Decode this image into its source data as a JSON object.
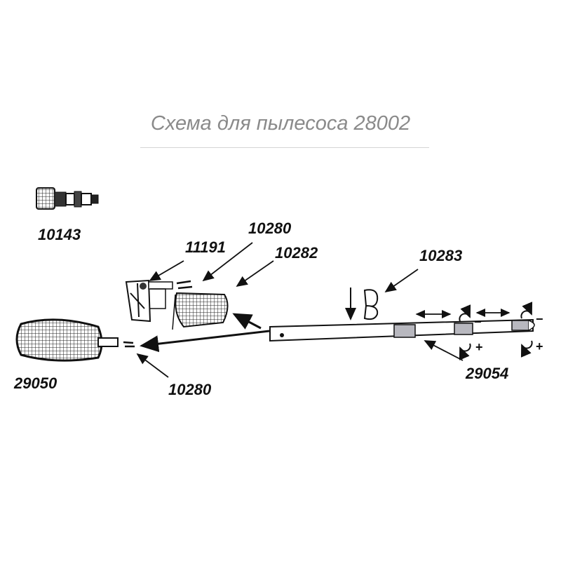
{
  "title": "Схема для пылесоса 28002",
  "parts": {
    "p10143": "10143",
    "p11191": "11191",
    "p10280_top": "10280",
    "p10282": "10282",
    "p10283": "10283",
    "p29050": "29050",
    "p10280_bottom": "10280",
    "p29054": "29054"
  },
  "adjust": {
    "minus1": "−",
    "plus1": "+",
    "minus2": "−",
    "plus2": "+"
  },
  "colors": {
    "title": "#8a8a8a",
    "ink": "#111111",
    "sleeve": "#b8b8bf"
  }
}
